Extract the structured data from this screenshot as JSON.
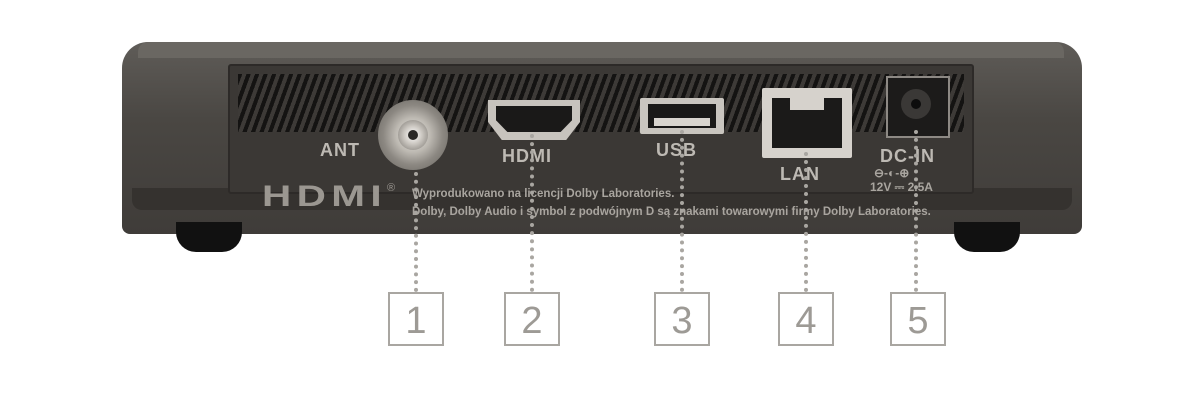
{
  "labels": {
    "ant": "ANT",
    "hdmi": "HDMI",
    "usb": "USB",
    "lan": "LAN",
    "dc_in": "DC-IN",
    "voltage": "12V ⎓ 2.5A"
  },
  "logo": {
    "text": "HDMI",
    "registered": "®"
  },
  "notice": {
    "line1": "Wyprodukowano na licencji Dolby Laboratories.",
    "line2": "Dolby, Dolby Audio i symbol z podwójnym D są znakami towarowymi firmy Dolby Laboratories."
  },
  "callouts": [
    "1",
    "2",
    "3",
    "4",
    "5"
  ],
  "colors": {
    "device": "#4a4743",
    "callout": "#a9a6a1"
  }
}
